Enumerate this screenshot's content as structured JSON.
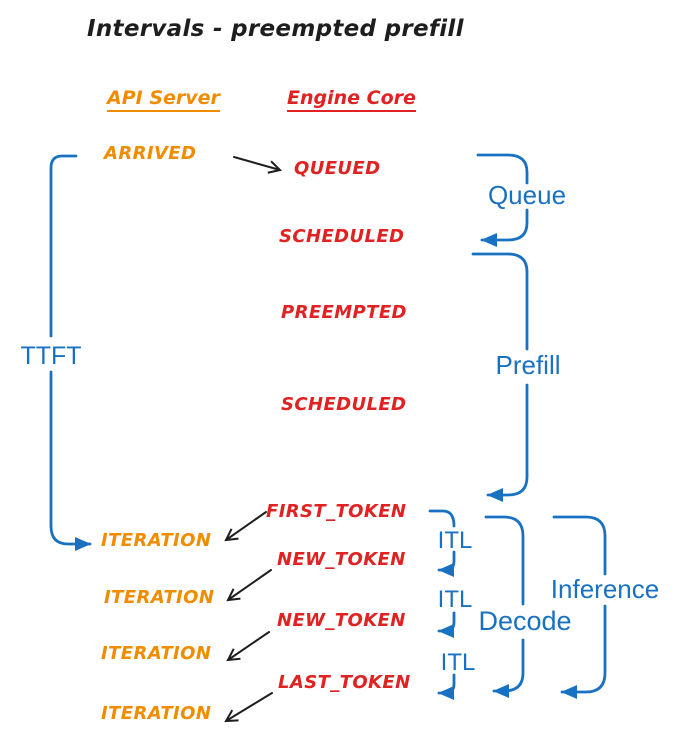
{
  "title": "Intervals - preempted prefill",
  "headers": {
    "api_server": "API Server",
    "engine_core": "Engine Core"
  },
  "api_events": [
    "ARRIVED",
    "ITERATION",
    "ITERATION",
    "ITERATION",
    "ITERATION"
  ],
  "engine_events": [
    "QUEUED",
    "SCHEDULED",
    "PREEMPTED",
    "SCHEDULED",
    "FIRST_TOKEN",
    "NEW_TOKEN",
    "NEW_TOKEN",
    "LAST_TOKEN"
  ],
  "intervals": {
    "ttft": "TTFT",
    "queue": "Queue",
    "prefill": "Prefill",
    "itl": [
      "ITL",
      "ITL",
      "ITL"
    ],
    "decode": "Decode",
    "inference": "Inference"
  },
  "colors": {
    "accent_blue": "#1971c2",
    "event_red": "#e02222",
    "event_orange": "#f08c00",
    "ink_black": "#1e1e1e"
  }
}
